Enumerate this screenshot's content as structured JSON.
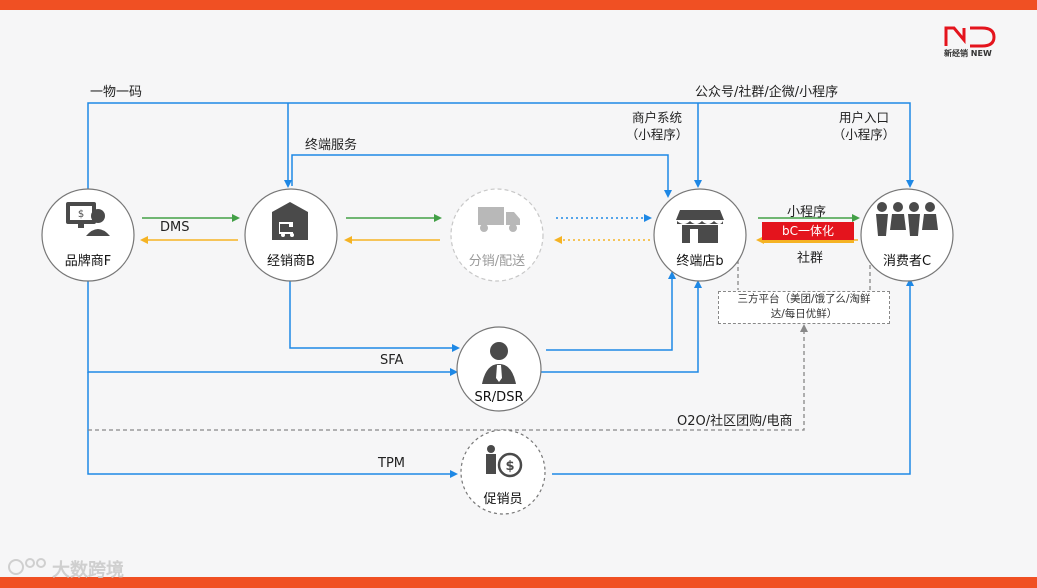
{
  "brand": {
    "logo_text": "新经销 NEW"
  },
  "colors": {
    "accent_bar": "#f05023",
    "blue_flow": "#1e88e5",
    "green_flow": "#43a047",
    "yellow_flow": "#f5b324",
    "badge_red": "#e4141d"
  },
  "nodes": {
    "brand_f": {
      "label": "品牌商F",
      "icon": "brand-computer-person-icon"
    },
    "distributor_b": {
      "label": "经销商B",
      "icon": "warehouse-truck-icon"
    },
    "distribution": {
      "label": "分销/配送",
      "icon": "delivery-truck-icon"
    },
    "store_b": {
      "label": "终端店b",
      "icon": "storefront-icon"
    },
    "consumer_c": {
      "label": "消费者C",
      "icon": "people-group-icon"
    },
    "sr_dsr": {
      "label": "SR/DSR",
      "icon": "salesperson-icon"
    },
    "promoter": {
      "label": "促销员",
      "icon": "promoter-coin-icon"
    }
  },
  "flows": {
    "one_item_one_code": "一物一码",
    "public_channels": "公众号/社群/企微/小程序",
    "terminal_service": "终端服务",
    "merchant_system": "商户系统",
    "merchant_system_sub": "（小程序）",
    "user_entry": "用户入口",
    "user_entry_sub": "（小程序）",
    "dms": "DMS",
    "mini_program": "小程序",
    "bc_integration": "bC一体化",
    "community": "社群",
    "third_party_line1": "三方平台（美团/饿了么/淘鲜",
    "third_party_line2": "达/每日优鲜）",
    "sfa": "SFA",
    "o2o": "O2O/社区团购/电商",
    "tpm": "TPM"
  },
  "watermark": "大数跨境"
}
